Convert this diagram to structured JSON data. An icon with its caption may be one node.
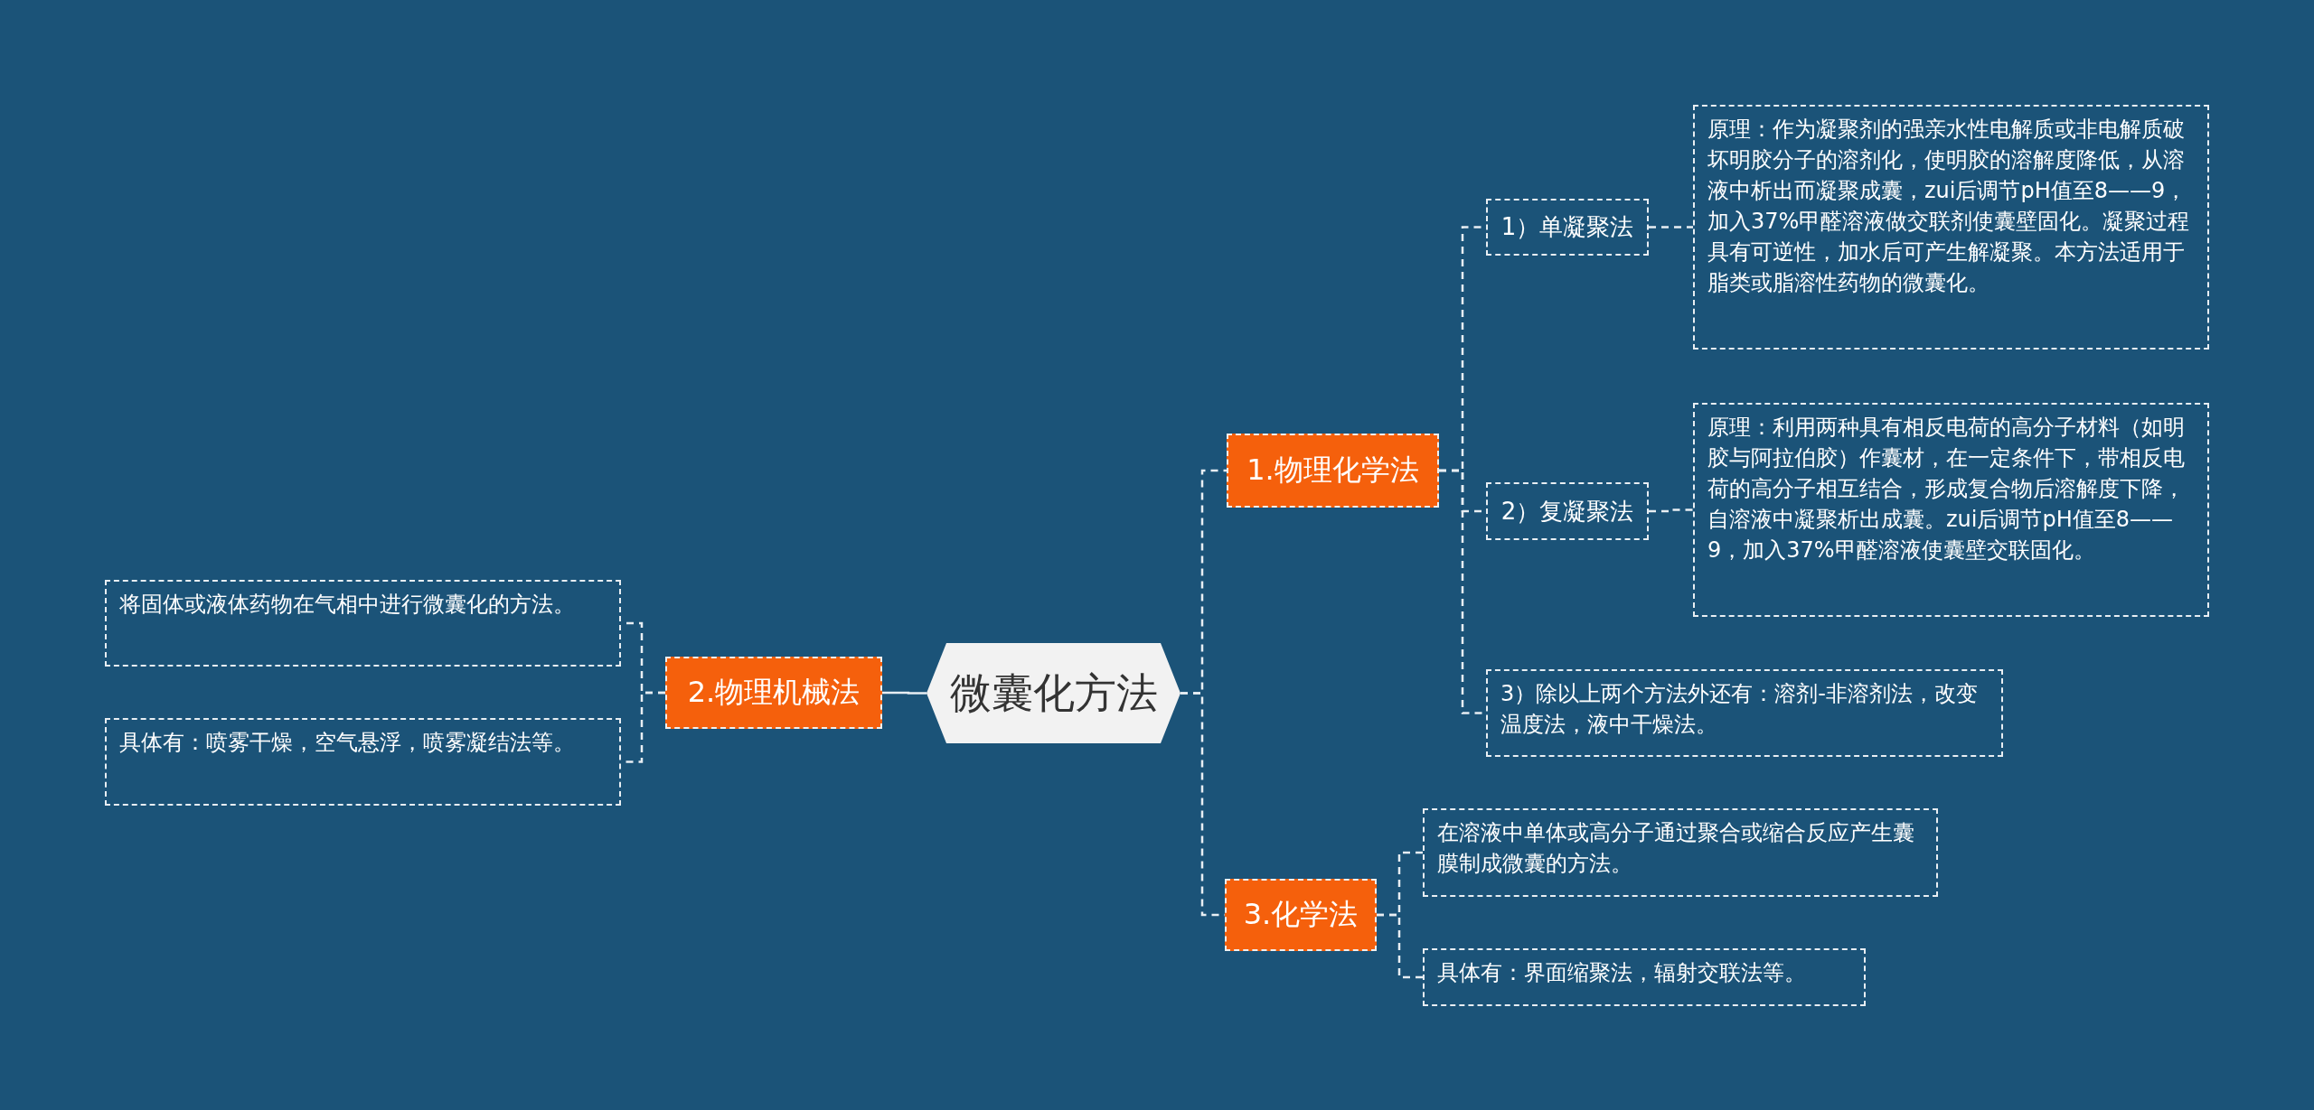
{
  "diagram": {
    "nodes": [
      {
        "text": [
          "微囊化方法"
        ]
      },
      {
        "text": [
          "1.物理化学法"
        ]
      },
      {
        "text": [
          "1）单凝聚法"
        ]
      },
      {
        "text": [
          "原理：作为凝聚剂的强亲水性电解质或非电解质破坏明胶分子的溶剂化，使明胶的溶解度降低，从溶液中析出而凝聚成囊，zui后调节pH值至8——9，加入37%甲醛溶液做交联剂使囊壁固化。凝聚过程具有可逆性，加水后可产生解凝聚。本方法适用于脂类或脂溶性药物的微囊化。"
        ]
      },
      {
        "text": [
          "2）复凝聚法"
        ]
      },
      {
        "text": [
          "原理：利用两种具有相反电荷的高分子材料（如明胶与阿拉伯胶）作囊材，在一定条件下，带相反电荷的高分子相互结合，形成复合物后溶解度下降，自溶液中凝聚析出成囊。zui后调节pH值至8——9，加入37%甲醛溶液使囊壁交联固化。"
        ]
      },
      {
        "text": [
          "3）除以上两个方法外还有：溶剂-非溶剂法，改变温度法，液中干燥法。"
        ]
      },
      {
        "text": [
          "2.物理机械法"
        ]
      },
      {
        "text": [
          "将固体或液体药物在气相中进行微囊化的方法。"
        ]
      },
      {
        "text": [
          "具体有：喷雾干燥，空气悬浮，喷雾凝结法等。"
        ]
      },
      {
        "text": [
          "3.化学法"
        ]
      },
      {
        "text": [
          "在溶液中单体或高分子通过聚合或缩合反应产生囊膜制成微囊的方法。"
        ]
      },
      {
        "text": [
          "具体有：界面缩聚法，辐射交联法等。"
        ]
      }
    ],
    "edges": [
      {
        "from": 0,
        "to": 1,
        "arrow": "none",
        "style": "dashed"
      },
      {
        "from": 1,
        "to": 2,
        "arrow": "none",
        "style": "dashed"
      },
      {
        "from": 2,
        "to": 3,
        "arrow": "none",
        "style": "dashed"
      },
      {
        "from": 1,
        "to": 4,
        "arrow": "none",
        "style": "dashed"
      },
      {
        "from": 4,
        "to": 5,
        "arrow": "none",
        "style": "dashed"
      },
      {
        "from": 1,
        "to": 6,
        "arrow": "none",
        "style": "dashed"
      },
      {
        "from": 0,
        "to": 7,
        "arrow": "none"
      },
      {
        "from": 7,
        "to": 8,
        "arrow": "none",
        "style": "dashed"
      },
      {
        "from": 7,
        "to": 9,
        "arrow": "none",
        "style": "dashed"
      },
      {
        "from": 0,
        "to": 10,
        "arrow": "none",
        "style": "dashed"
      },
      {
        "from": 10,
        "to": 11,
        "arrow": "none",
        "style": "dashed"
      },
      {
        "from": 10,
        "to": 12,
        "arrow": "none",
        "style": "dashed"
      }
    ]
  }
}
